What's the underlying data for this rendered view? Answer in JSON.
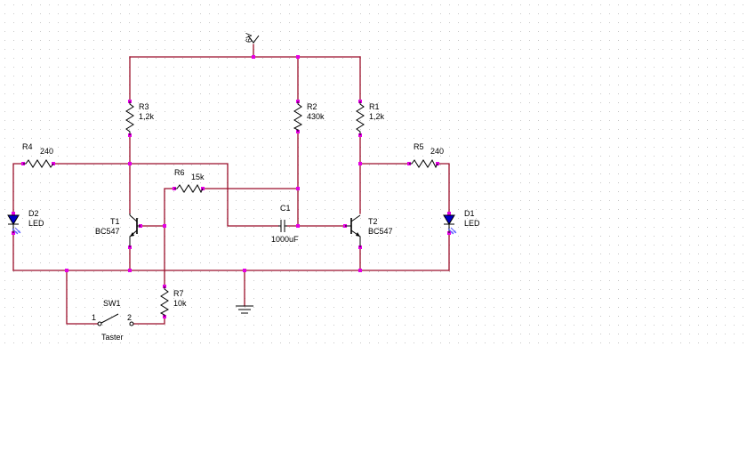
{
  "schematic": {
    "supply": {
      "label": "6V"
    },
    "resistors": [
      {
        "id": "r3",
        "ref": "R3",
        "value": "1,2k"
      },
      {
        "id": "r2",
        "ref": "R2",
        "value": "430k"
      },
      {
        "id": "r1",
        "ref": "R1",
        "value": "1,2k"
      },
      {
        "id": "r4",
        "ref": "R4",
        "value": "240"
      },
      {
        "id": "r5",
        "ref": "R5",
        "value": "240"
      },
      {
        "id": "r6",
        "ref": "R6",
        "value": "15k"
      },
      {
        "id": "r7",
        "ref": "R7",
        "value": "10k"
      }
    ],
    "capacitor": {
      "ref": "C1",
      "value": "1000uF"
    },
    "transistors": [
      {
        "id": "t1",
        "ref": "T1",
        "model": "BC547"
      },
      {
        "id": "t2",
        "ref": "T2",
        "model": "BC547"
      }
    ],
    "leds": [
      {
        "id": "d2",
        "ref": "D2",
        "model": "LED"
      },
      {
        "id": "d1",
        "ref": "D1",
        "model": "LED"
      }
    ],
    "switch": {
      "ref": "SW1",
      "name": "Taster",
      "pin1": "1",
      "pin2": "2"
    },
    "colors": {
      "wire": "#9b0f2a",
      "node": "#e600e6",
      "grid": "#c8c8c8",
      "component": "#000000"
    },
    "icons": [
      "resistor-icon",
      "capacitor-icon",
      "npn-transistor-icon",
      "led-icon",
      "ground-icon",
      "switch-icon"
    ]
  }
}
